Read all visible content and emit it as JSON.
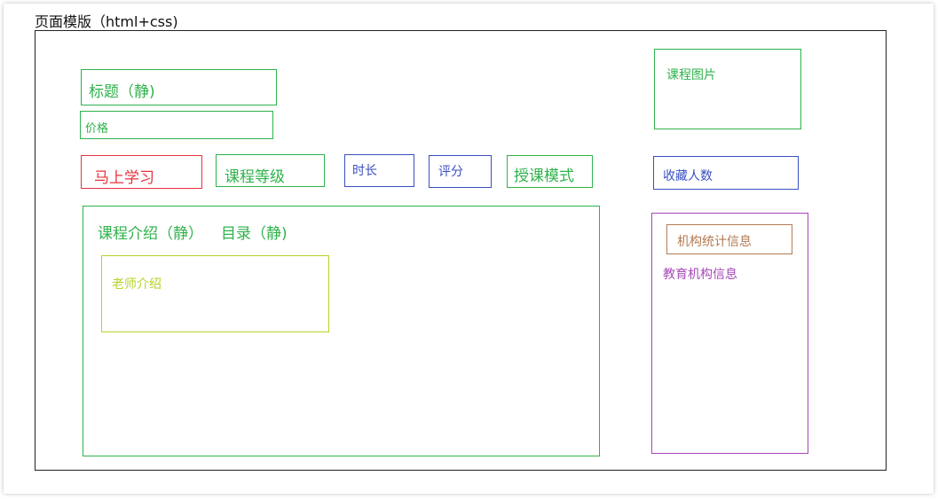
{
  "page_title": "页面模版（html+css)",
  "boxes": {
    "title": "标题（静)",
    "price": "价格",
    "course_image": "课程图片",
    "learn_now": "马上学习",
    "course_level": "课程等级",
    "duration": "时长",
    "rating": "评分",
    "teaching_mode": "授课模式",
    "favorites_count": "收藏人数",
    "course_intro": "课程介绍（静）",
    "catalog": "目录（静)",
    "teacher_intro": "老师介绍",
    "institution_stats": "机构统计信息",
    "institution_info": "教育机构信息"
  },
  "colors": {
    "green": "#2fb24c",
    "red": "#e8323c",
    "blue": "#3a4fc2",
    "lime": "#b5d42a",
    "purple": "#a548b8",
    "brown": "#b27a52"
  }
}
